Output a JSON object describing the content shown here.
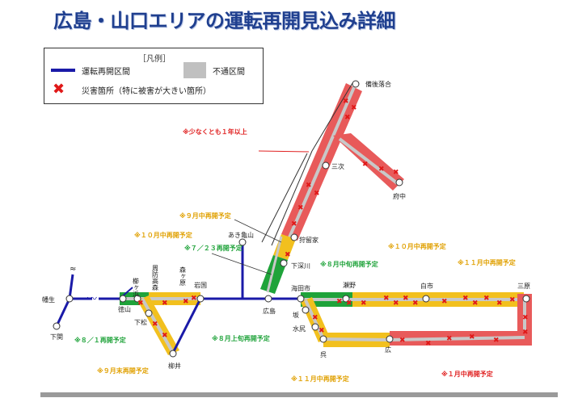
{
  "title": "広島・山口エリアの運転再開見込み詳細",
  "legend": {
    "heading": "［凡例］",
    "resumed": "運転再開区間",
    "closed": "不通区間",
    "damage": "災害箇所（特に被害が大きい箇所）"
  },
  "colors": {
    "resumed_line": "#1a1aa8",
    "closed_gray": "#c0c0c0",
    "over_one_year": "#e85a5a",
    "planned_yellow": "#f2c01e",
    "planned_green": "#1fa33a",
    "damage_x": "#e01818"
  },
  "stations": {
    "bingo_ochiai": "備後落合",
    "miyoshi": "三次",
    "fuchu": "府中",
    "kabe": "あき亀山",
    "kamifukawa": "下深川",
    "kake": "狩留家",
    "hiroshima": "広島",
    "kaitaichi": "海田市",
    "seno": "瀬野",
    "shiraichi": "白市",
    "mihara": "三原",
    "saka": "坂",
    "mizushiri": "水尻",
    "kure": "呉",
    "hiro": "広",
    "iwakuni": "岩国",
    "yanai": "柳井",
    "shimomatsu": "下松",
    "tokuyama": "徳山",
    "yanaizu": "櫛ヶ浜",
    "suonada": "周防高森",
    "morigahara": "森ヶ原",
    "shimonoseki": "下関",
    "hataju": "幡生"
  },
  "annotations": {
    "over_one_year": "※少なくとも１年以上",
    "sep_mid_geibi": "※９月中再開予定",
    "jul23": "※７／２３再開予定",
    "oct_mid_west": "※１０月中再開予定",
    "aug_mid_kabe": "※８月中旬再開予定",
    "oct_mid_sanyo": "※１０月中再開予定",
    "nov_mid_sanyo": "※１１月中再開予定",
    "aug1": "※８／１再開予定",
    "aug_early": "※８月上旬再開予定",
    "sep_end": "※９月末再開予定",
    "nov_mid_kure": "※１１月中再開予定",
    "jan_mid": "※１月中再開予定"
  }
}
